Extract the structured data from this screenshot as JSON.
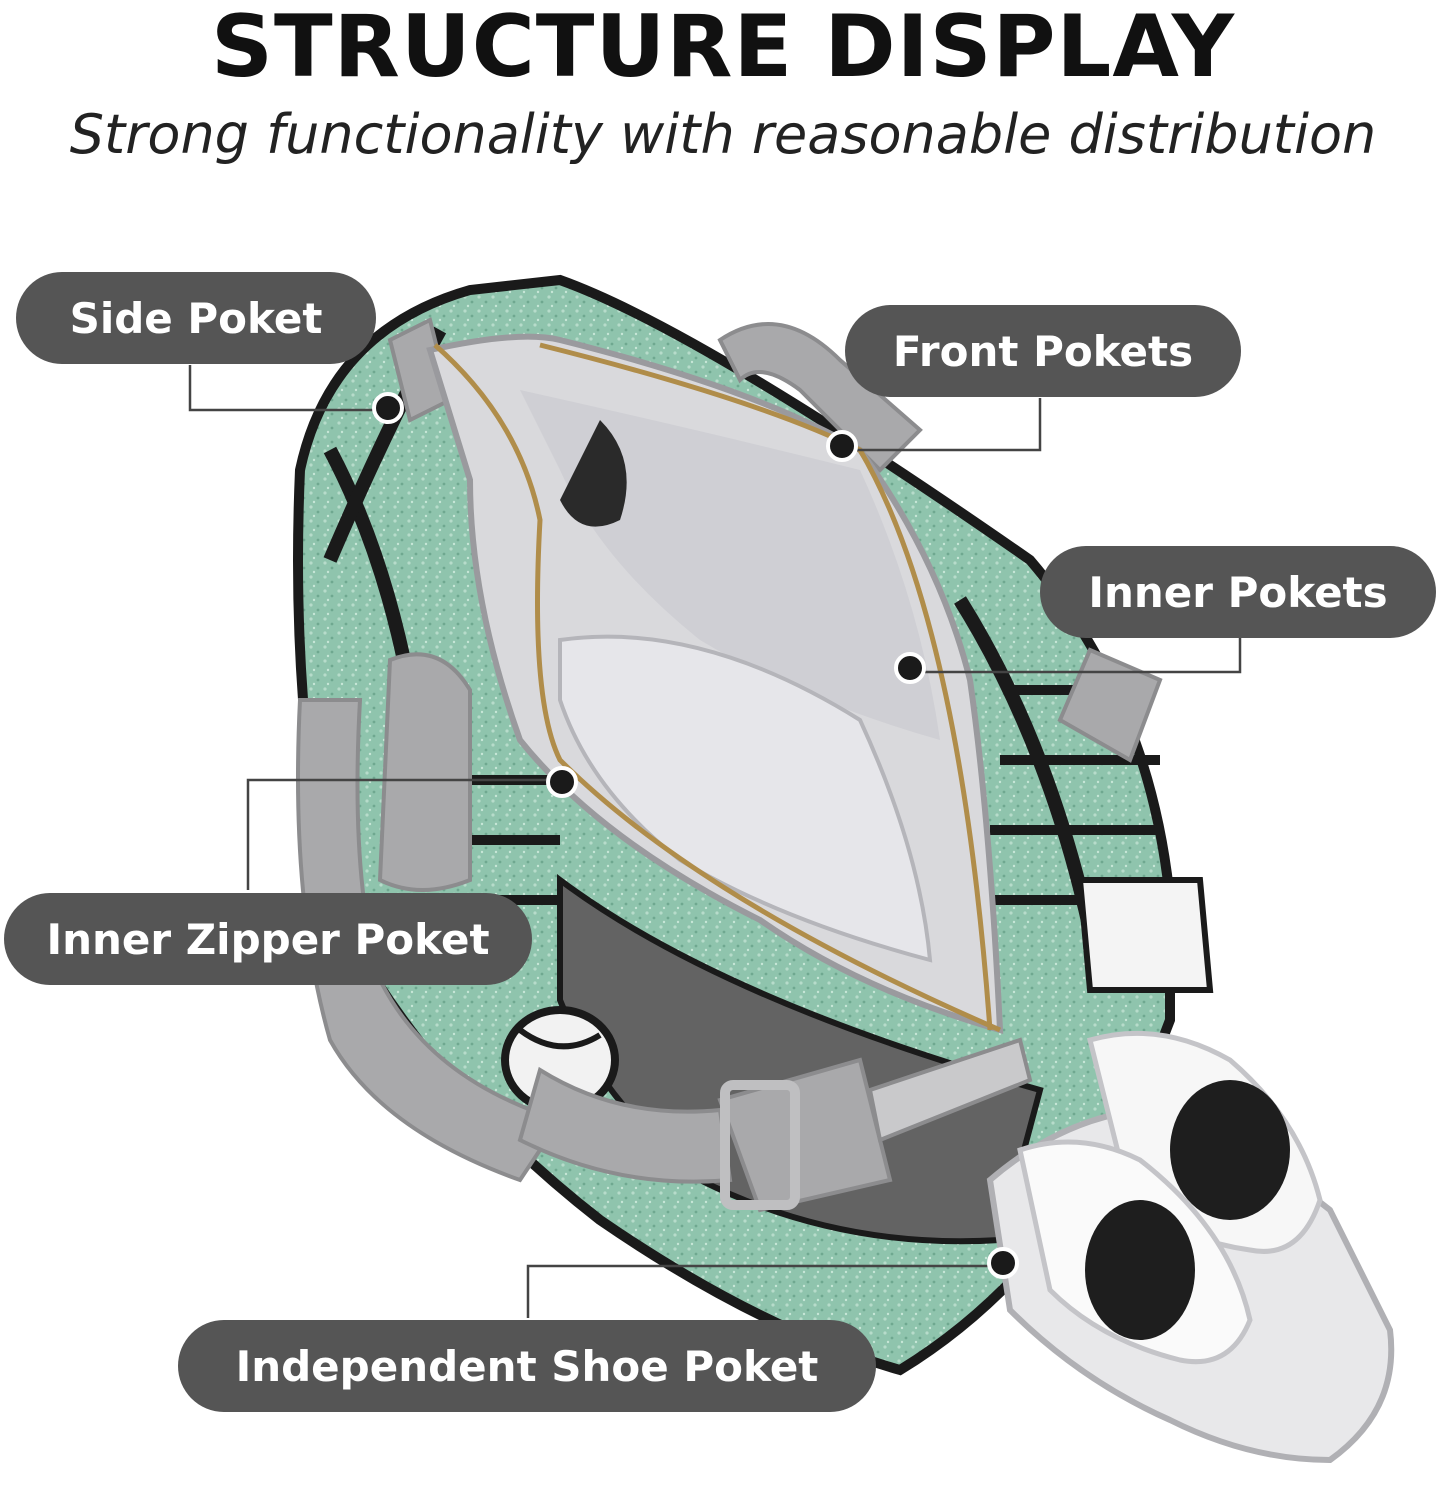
{
  "header": {
    "title": "STRUCTURE DISPLAY",
    "subtitle": "Strong functionality with reasonable distribution"
  },
  "callouts": [
    {
      "label": "Side Poket"
    },
    {
      "label": "Front Pokets"
    },
    {
      "label": "Inner Pokets"
    },
    {
      "label": "Inner Zipper Poket"
    },
    {
      "label": "Independent Shoe Poket"
    }
  ],
  "colors": {
    "label_bg": "#555555",
    "label_text": "#ffffff",
    "pattern_green": "#8fc4ad",
    "lining_grey": "#d9d9dc",
    "strap_grey": "#a9a9ab"
  }
}
